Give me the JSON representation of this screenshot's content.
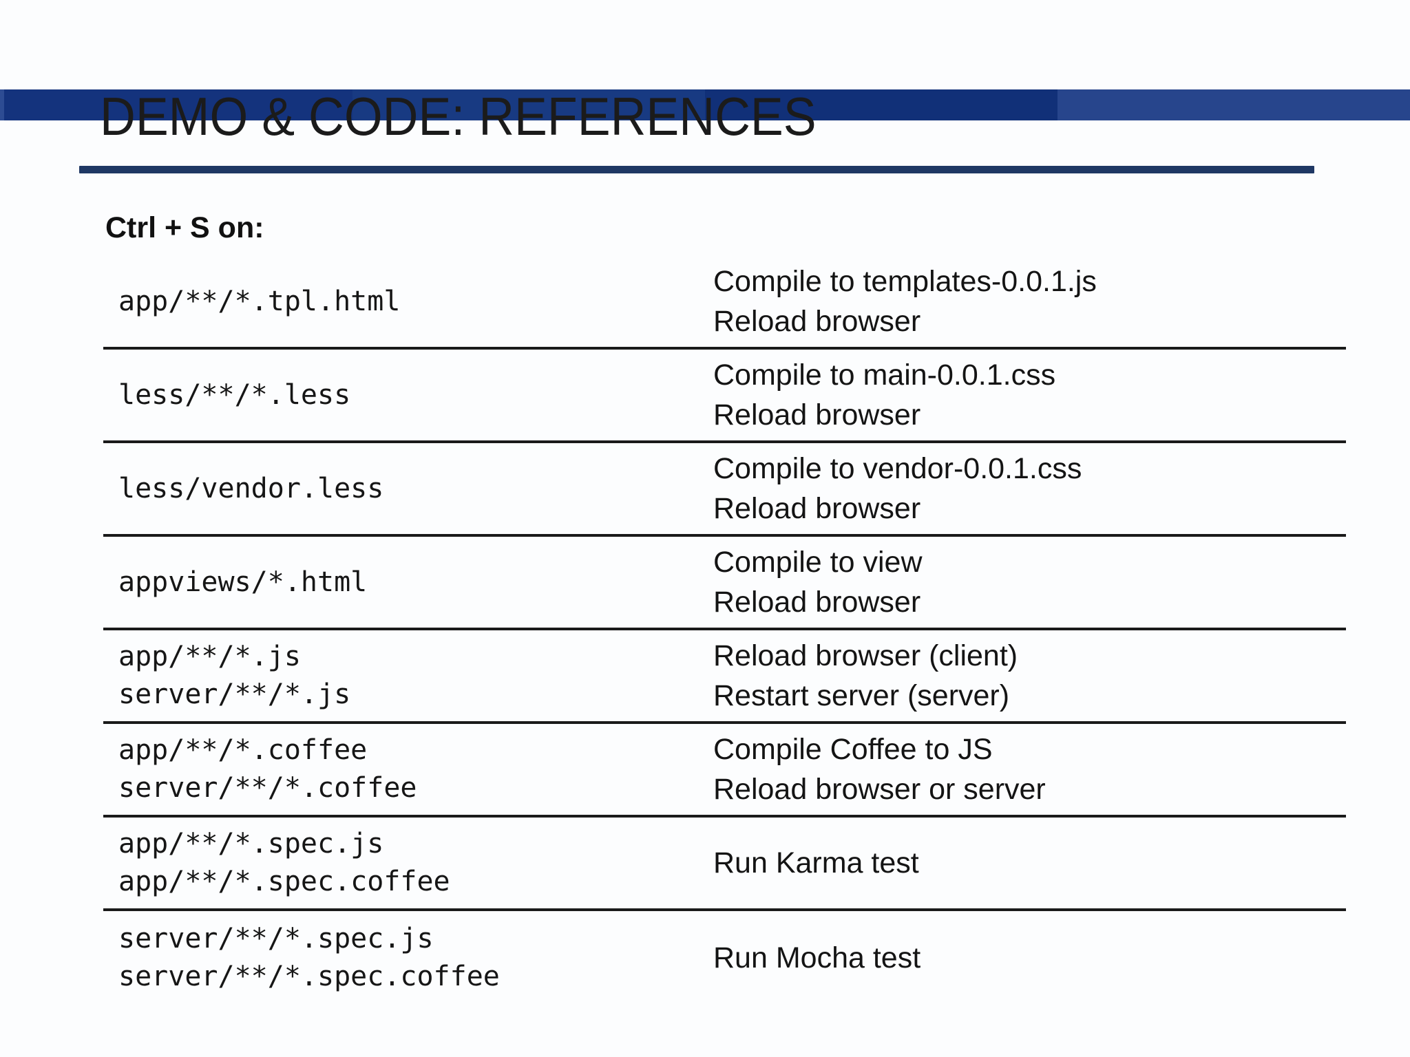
{
  "slide": {
    "title": "DEMO & CODE: REFERENCES",
    "subheading": "Ctrl + S on:"
  },
  "table": {
    "rows": [
      {
        "trigger": "app/**/*.tpl.html",
        "action": "Compile to templates-0.0.1.js\nReload browser"
      },
      {
        "trigger": "less/**/*.less",
        "action": "Compile to main-0.0.1.css\nReload browser"
      },
      {
        "trigger": "less/vendor.less",
        "action": "Compile to vendor-0.0.1.css\nReload browser"
      },
      {
        "trigger": "appviews/*.html",
        "action": "Compile to view\nReload browser"
      },
      {
        "trigger": "app/**/*.js\nserver/**/*.js",
        "action": "Reload browser (client)\nRestart server (server)"
      },
      {
        "trigger": "app/**/*.coffee\nserver/**/*.coffee",
        "action": "Compile Coffee to JS\nReload browser or server"
      },
      {
        "trigger": "app/**/*.spec.js\napp/**/*.spec.coffee",
        "action": "Run Karma test"
      },
      {
        "trigger": "server/**/*.spec.js\nserver/**/*.spec.coffee",
        "action": "Run Mocha test"
      }
    ]
  },
  "colors": {
    "top_bar": [
      "#14337d",
      "#183a82",
      "#113078",
      "#27458c"
    ],
    "top_bar_edge": "#2d4c93",
    "bottom_bar": [
      "#13307c",
      "#2a4890",
      "#0e2b76",
      "#0a2470"
    ],
    "title_rule": "#1f3864",
    "row_divider": "#1a1a1a"
  }
}
